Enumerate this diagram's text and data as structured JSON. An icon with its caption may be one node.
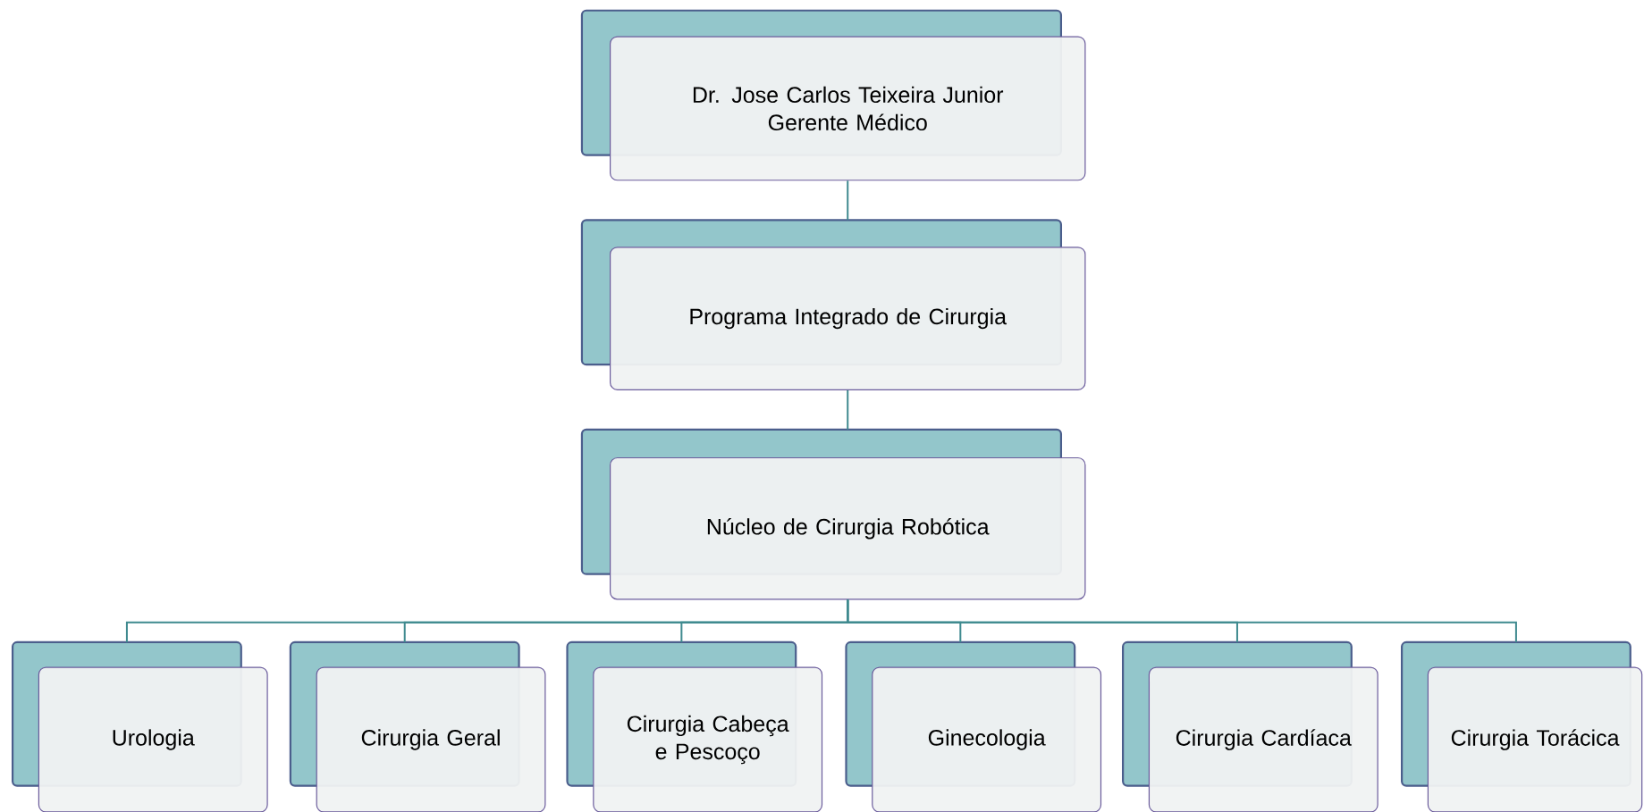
{
  "diagram": {
    "nodes": [
      {
        "text": [
          "Dr. Jose Carlos Teixeira Junior",
          "Gerente Médico"
        ]
      },
      {
        "text": [
          "Programa Integrado de Cirurgia"
        ]
      },
      {
        "text": [
          "Núcleo de Cirurgia Robótica"
        ]
      },
      {
        "text": [
          "Urologia"
        ]
      },
      {
        "text": [
          "Cirurgia Geral"
        ]
      },
      {
        "text": [
          "Cirurgia Cabeça e Pescoço"
        ]
      },
      {
        "text": [
          "Ginecologia"
        ]
      },
      {
        "text": [
          "Cirurgia Cardíaca"
        ]
      },
      {
        "text": [
          "Cirurgia Torácica"
        ]
      }
    ],
    "edges": [
      {
        "from": 0,
        "to": 1,
        "arrow": "none"
      },
      {
        "from": 1,
        "to": 2,
        "arrow": "none"
      },
      {
        "from": 2,
        "to": 3,
        "arrow": "none"
      },
      {
        "from": 2,
        "to": 4,
        "arrow": "none"
      },
      {
        "from": 2,
        "to": 5,
        "arrow": "none"
      },
      {
        "from": 2,
        "to": 6,
        "arrow": "none"
      },
      {
        "from": 2,
        "to": 7,
        "arrow": "none"
      },
      {
        "from": 2,
        "to": 8,
        "arrow": "none"
      }
    ]
  }
}
